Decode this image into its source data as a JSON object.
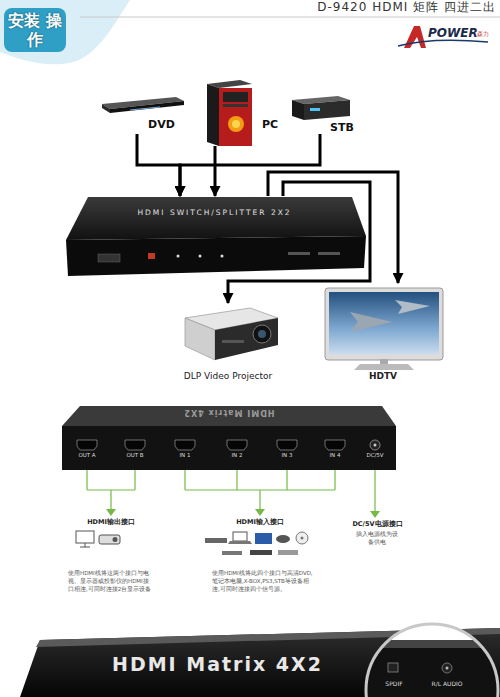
{
  "diagram": {
    "title": "D-9420 HDMI 矩阵 四进二出",
    "nodes": [
      {
        "text": [
          "安装 操作"
        ]
      },
      {
        "text": [
          "DVD"
        ]
      },
      {
        "text": [
          "PC"
        ]
      },
      {
        "text": [
          "STB"
        ]
      },
      {
        "text": [
          "HDMI SWITCH/SPLITTER 2X2"
        ]
      },
      {
        "text": [
          "DLP Video Projector"
        ]
      },
      {
        "text": [
          "HDTV"
        ]
      },
      {
        "text": [
          "HDMI Matrix 4X2",
          "OUT A",
          "OUT B",
          "IN 1",
          "IN 2",
          "IN 3",
          "IN 4",
          "DC/5V"
        ]
      },
      {
        "text": [
          "HDMI Matrix 4X2"
        ]
      },
      {
        "text": [
          "SPDIF",
          "R/L AUDIO"
        ]
      }
    ],
    "edges": [
      {
        "from": 1,
        "to": 4,
        "arrow": "to"
      },
      {
        "from": 2,
        "to": 4,
        "arrow": "to"
      },
      {
        "from": 3,
        "to": 4,
        "arrow": "to"
      },
      {
        "from": 4,
        "to": 5,
        "arrow": "to"
      },
      {
        "from": 4,
        "to": 6,
        "arrow": "to"
      }
    ],
    "labels": [
      "POWER",
      "森力",
      "HDMI输出接口",
      "使用HDMI线将这两个接口与电视、显示器或投影仪的HDMI接口相连,可同时连接2台显示设备",
      "HDMI输入接口",
      "使用HDMI线将此四个接口与高清DVD,笔记本电脑,X-BOX,PS3,STB等设备相连,可同时连接四个信号源。",
      "DC/5V电源接口",
      "插入电源线为设备供电"
    ]
  }
}
